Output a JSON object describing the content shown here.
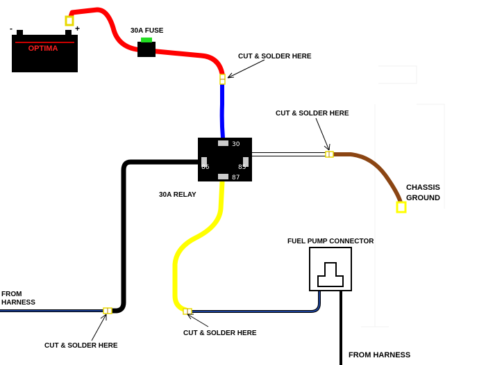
{
  "labels": {
    "fuse": "30A FUSE",
    "relay": "30A RELAY",
    "fuel_pump_connector": "FUEL PUMP CONNECTOR",
    "chassis_line1": "CHASSIS",
    "chassis_line2": "GROUND",
    "from_harness_left_line1": "FROM",
    "from_harness_left_line2": "HARNESS",
    "from_harness_bottom": "FROM HARNESS",
    "cut_solder_top": "CUT & SOLDER HERE",
    "cut_solder_right": "CUT & SOLDER HERE",
    "cut_solder_bottom_left": "CUT & SOLDER HERE",
    "cut_solder_bottom_mid": "CUT & SOLDER HERE"
  },
  "battery": {
    "brand": "OPTIMA",
    "minus": "-",
    "plus": "+"
  },
  "relay_pins": {
    "p30": "30",
    "p86": "86",
    "p85": "85",
    "p87": "87"
  },
  "colors": {
    "wire_red": "#ff0000",
    "wire_blue": "#0000ff",
    "wire_black": "#000000",
    "wire_yellow": "#ffff00",
    "wire_brown": "#8b4513",
    "fuse_green": "#22dd22",
    "relay_body": "#000000",
    "battery_body": "#000000"
  }
}
